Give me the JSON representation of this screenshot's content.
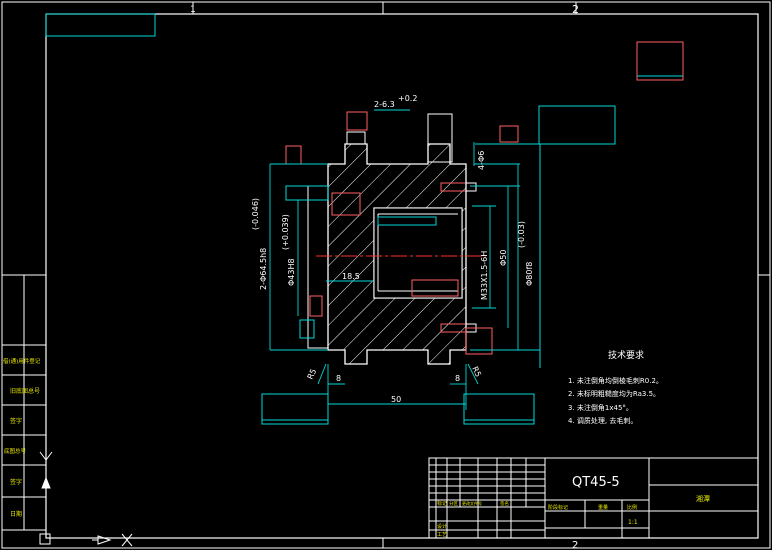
{
  "zones": {
    "top_1": "1",
    "top_2": "2",
    "bottom_2": "2"
  },
  "dims": {
    "groove_callout": "2-6.3",
    "groove_callout_sup": "+0.2",
    "bore_diam_outer": "2-Φ64.5h8",
    "bore_tol_outer": "(-0.046)",
    "bore_diam_inner": "Φ43H8",
    "bore_tol_inner": "(+0.039)",
    "thread": "M33X1.5-6H",
    "diam_50": "Φ50",
    "diam_80": "Φ80f8",
    "diam_80_tol": "(-0.03)",
    "holes": "4-Φ6",
    "len_18": "18.5",
    "len_8_left": "8",
    "len_8_right": "8",
    "len_50": "50",
    "r_left": "R5",
    "r_right": "R5"
  },
  "tech_req": {
    "title": "技术要求",
    "items": [
      "1. 未注倒角均倒棱毛刺R0.2。",
      "2. 未标明粗糙度均为Ra3.5。",
      "3. 未注倒角1x45°。",
      "4. 调质处理, 去毛刺。"
    ]
  },
  "title_block": {
    "material": "QT45-5",
    "company": "湘潭",
    "scale": "1:1",
    "row_a": "标记",
    "row_b": "设计",
    "row_c": "工艺",
    "col_stage": "阶段标记",
    "col_weight": "重量",
    "col_scale": "比例",
    "col_mark": "分区",
    "col_doc": "更改文件号",
    "col_sign": "签名"
  },
  "side_table": [
    "借(通)用件登记",
    "旧底图总号",
    "签字",
    "底图总号",
    "签字",
    "日期"
  ],
  "colors": {
    "frame": "#ffffff",
    "cyan": "#00d8d8",
    "red": "#ff3030",
    "hatch": "#ffffff",
    "text": "#ffffff",
    "yellow": "#e8e800"
  },
  "icons": [
    "ucs-axis-icon",
    "play-icon",
    "close-icon"
  ]
}
